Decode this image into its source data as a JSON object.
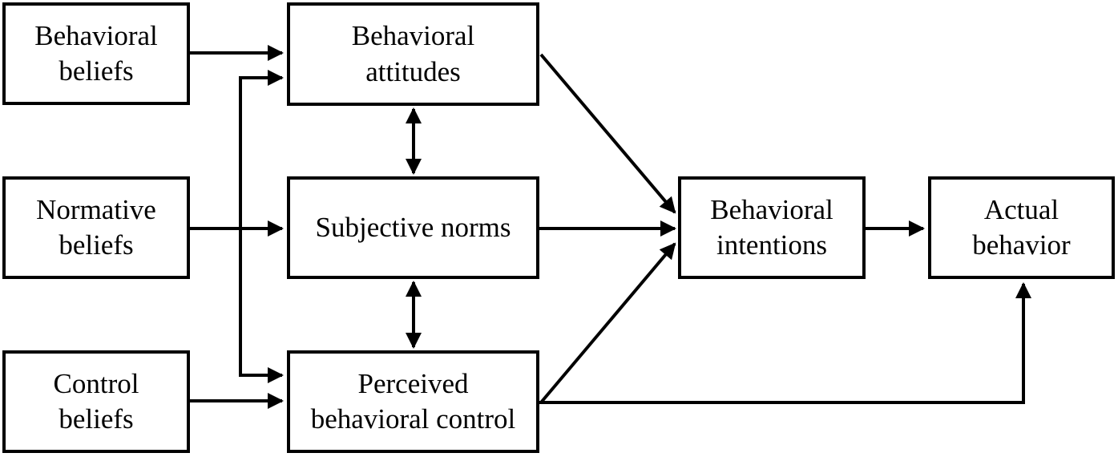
{
  "diagram": {
    "background_color": "#ffffff",
    "line_color": "#000000",
    "text_color": "#000000",
    "box_fill": "#ffffff",
    "nodes": {
      "behavioral_beliefs": {
        "lines": [
          "Behavioral",
          "beliefs"
        ]
      },
      "normative_beliefs": {
        "lines": [
          "Normative",
          "beliefs"
        ]
      },
      "control_beliefs": {
        "lines": [
          "Control",
          "beliefs"
        ]
      },
      "behavioral_attitudes": {
        "lines": [
          "Behavioral",
          "attitudes"
        ]
      },
      "subjective_norms": {
        "lines": [
          "Subjective norms"
        ]
      },
      "perceived_behavioral_control": {
        "lines": [
          "Perceived",
          "behavioral control"
        ]
      },
      "behavioral_intentions": {
        "lines": [
          "Behavioral",
          "intentions"
        ]
      },
      "actual_behavior": {
        "lines": [
          "Actual",
          "behavior"
        ]
      }
    },
    "edges": [
      {
        "from": "behavioral_beliefs",
        "to": "behavioral_attitudes",
        "style": "single-arrow"
      },
      {
        "from": "normative_beliefs",
        "to": "behavioral_attitudes",
        "style": "single-arrow"
      },
      {
        "from": "normative_beliefs",
        "to": "subjective_norms",
        "style": "single-arrow"
      },
      {
        "from": "normative_beliefs",
        "to": "perceived_behavioral_control",
        "style": "single-arrow"
      },
      {
        "from": "control_beliefs",
        "to": "perceived_behavioral_control",
        "style": "single-arrow"
      },
      {
        "from": "behavioral_attitudes",
        "to": "subjective_norms",
        "style": "double-arrow"
      },
      {
        "from": "subjective_norms",
        "to": "perceived_behavioral_control",
        "style": "double-arrow"
      },
      {
        "from": "behavioral_attitudes",
        "to": "behavioral_intentions",
        "style": "single-arrow"
      },
      {
        "from": "subjective_norms",
        "to": "behavioral_intentions",
        "style": "single-arrow"
      },
      {
        "from": "perceived_behavioral_control",
        "to": "behavioral_intentions",
        "style": "single-arrow"
      },
      {
        "from": "behavioral_intentions",
        "to": "actual_behavior",
        "style": "single-arrow"
      },
      {
        "from": "perceived_behavioral_control",
        "to": "actual_behavior",
        "style": "single-arrow"
      }
    ]
  }
}
